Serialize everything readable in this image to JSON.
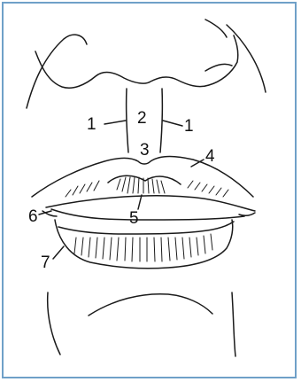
{
  "frame_color": "#6fa0c8",
  "ink_color": "#1a1a1a",
  "labels": {
    "l1_left": "1",
    "l1_right": "1",
    "l2": "2",
    "l3": "3",
    "l4": "4",
    "l5": "5",
    "l6": "6",
    "l7": "7"
  }
}
